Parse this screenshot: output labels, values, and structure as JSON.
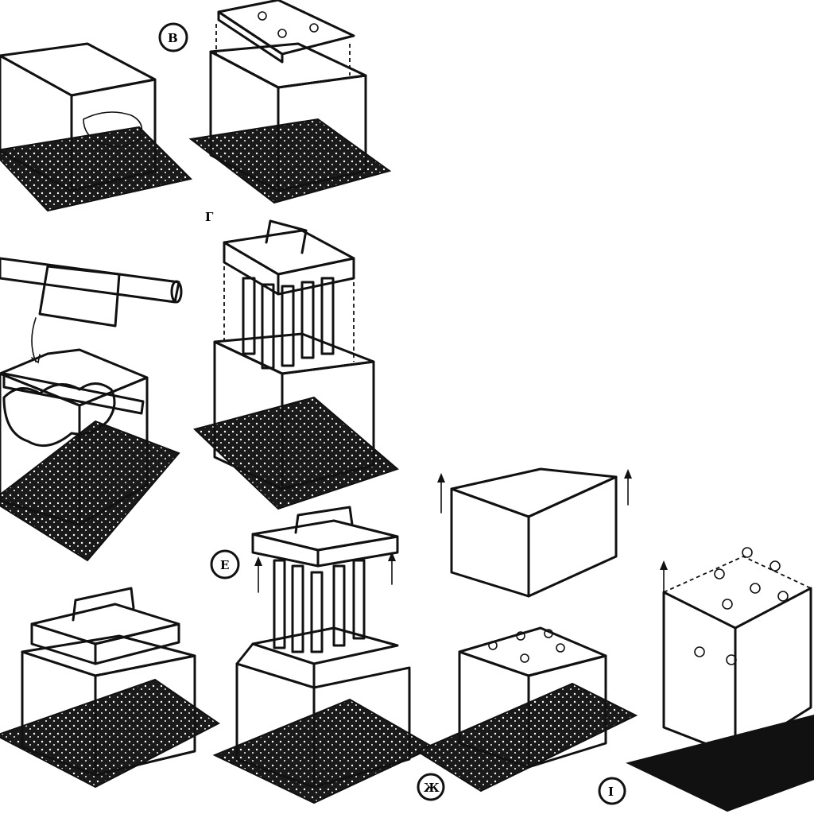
{
  "figure": {
    "panels": [
      {
        "id": "a",
        "label": ""
      },
      {
        "id": "b",
        "label": "В"
      },
      {
        "id": "c",
        "label": ""
      },
      {
        "id": "d",
        "label": "Г"
      },
      {
        "id": "e",
        "label": ""
      },
      {
        "id": "f",
        "label": "Е"
      },
      {
        "id": "g",
        "label": "Ж"
      },
      {
        "id": "h",
        "label": "I"
      }
    ]
  }
}
